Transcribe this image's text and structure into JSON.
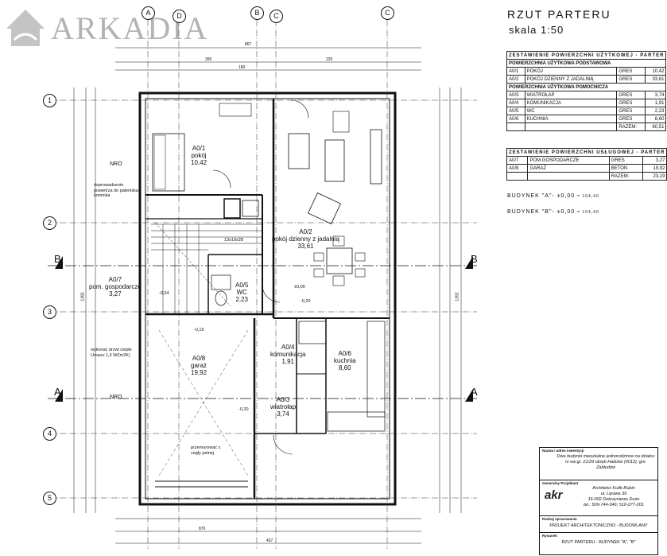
{
  "watermark": "ARKADIA",
  "title": "RZUT PARTERU",
  "scale": "skala 1:50",
  "schedule_usable": {
    "heading": "ZESTAWIENIE POWIERZCHNI UŻYTKOWEJ - PARTER",
    "groups": [
      {
        "name": "POWIERZCHNIA UŻYTKOWA PODSTAWOWA",
        "rows": [
          [
            "A0/1",
            "POKÓJ",
            "GRES",
            "10,42"
          ],
          [
            "A0/2",
            "POKÓJ DZIENNY Z JADALNIĄ",
            "GRES",
            "33,61"
          ]
        ]
      },
      {
        "name": "POWIERZCHNIA UŻYTKOWA POMOCNICZA",
        "rows": [
          [
            "A0/3",
            "WIATROŁAP",
            "GRES",
            "3,74"
          ],
          [
            "A0/4",
            "KOMUNIKACJA",
            "GRES",
            "1,91"
          ],
          [
            "A0/5",
            "WC",
            "GRES",
            "2,23"
          ],
          [
            "A0/6",
            "KUCHNIA",
            "GRES",
            "8,60"
          ]
        ]
      }
    ],
    "total_label": "RAZEM:",
    "total": "60,51"
  },
  "schedule_service": {
    "heading": "ZESTAWIENIE POWIERZCHNI USŁUGOWEJ - PARTER",
    "rows": [
      [
        "A0/7",
        "POM.GOSPODARCZE",
        "GRES",
        "3,27"
      ],
      [
        "A0/8",
        "GARAŻ",
        "BETON",
        "19,92"
      ]
    ],
    "total_label": "RAZEM:",
    "total": "23,19"
  },
  "building_levels": [
    {
      "label": "BUDYNEK \"A\"-",
      "value": "±0,00",
      "sub": "= 104,40"
    },
    {
      "label": "BUDYNEK \"B\"-",
      "value": "±0,00",
      "sub": "= 104,40"
    }
  ],
  "axes_top": [
    "A",
    "D",
    "B",
    "C",
    "C"
  ],
  "axes_left": [
    "1",
    "2",
    "3",
    "4",
    "5"
  ],
  "sections": [
    "B",
    "A"
  ],
  "rooms": [
    {
      "id": "A0/1",
      "name": "pokój",
      "area": "10,42"
    },
    {
      "id": "A0/2",
      "name": "pokój dzienny z jadalnią",
      "area": "33,61"
    },
    {
      "id": "A0/3",
      "name": "wiatrołap",
      "area": "3,74"
    },
    {
      "id": "A0/4",
      "name": "komunikacja",
      "area": "1,91"
    },
    {
      "id": "A0/5",
      "name": "WC",
      "area": "2,23"
    },
    {
      "id": "A0/6",
      "name": "kuchnia",
      "area": "8,60"
    },
    {
      "id": "A0/7",
      "name": "pom. gospodarcze",
      "area": "3,27"
    },
    {
      "id": "A0/8",
      "name": "garaż",
      "area": "19,92"
    }
  ],
  "notes": {
    "chimney": "doprowadzenie powietrza do paleniska kominka",
    "door": "wykonać drzwi ciepłe Umax≤ 1,3 W/(m2K)",
    "stairs": "13x19x28",
    "nro_a": "NRO",
    "nro_b": "NRO",
    "pass": "przemurować z cegły pełnej",
    "level_1": "-0,20",
    "level_2": "-0,16",
    "level_3": "-0,20",
    "level_4": "±0,00",
    "level_5": "-0,34"
  },
  "dims": {
    "top_total": "867",
    "top_a": "395",
    "top_b": "225",
    "top_c": "180",
    "bot_total": "427",
    "bot_a": "870",
    "left_total": "1392",
    "right_total": "1392"
  },
  "title_block": {
    "obj_caption": "Nazwa i adres inwestycji",
    "obj_text": "Dwa budynki mieszkalne jednorodzinne na działce nr ew.gr. 21/29 obręb Halickie (0012), gm. Zabłudów",
    "designer_caption": "Generalny Projektant",
    "designer_lines": [
      "Architekci Kulik-Rubin",
      "ul. Lipowa 39",
      "16-002 Dobrzyniewo Duże",
      "tel.: 509-744-346; 510-277-201"
    ],
    "logo": "akr",
    "stage_caption": "Rodzaj opracowania",
    "stage": "PROJEKT ARCHITEKTONICZNO - BUDOWLANY",
    "sheet_caption": "Rysunek",
    "sheet": "RZUT PARTERU - BUDYNEK \"A\", \"B\""
  }
}
